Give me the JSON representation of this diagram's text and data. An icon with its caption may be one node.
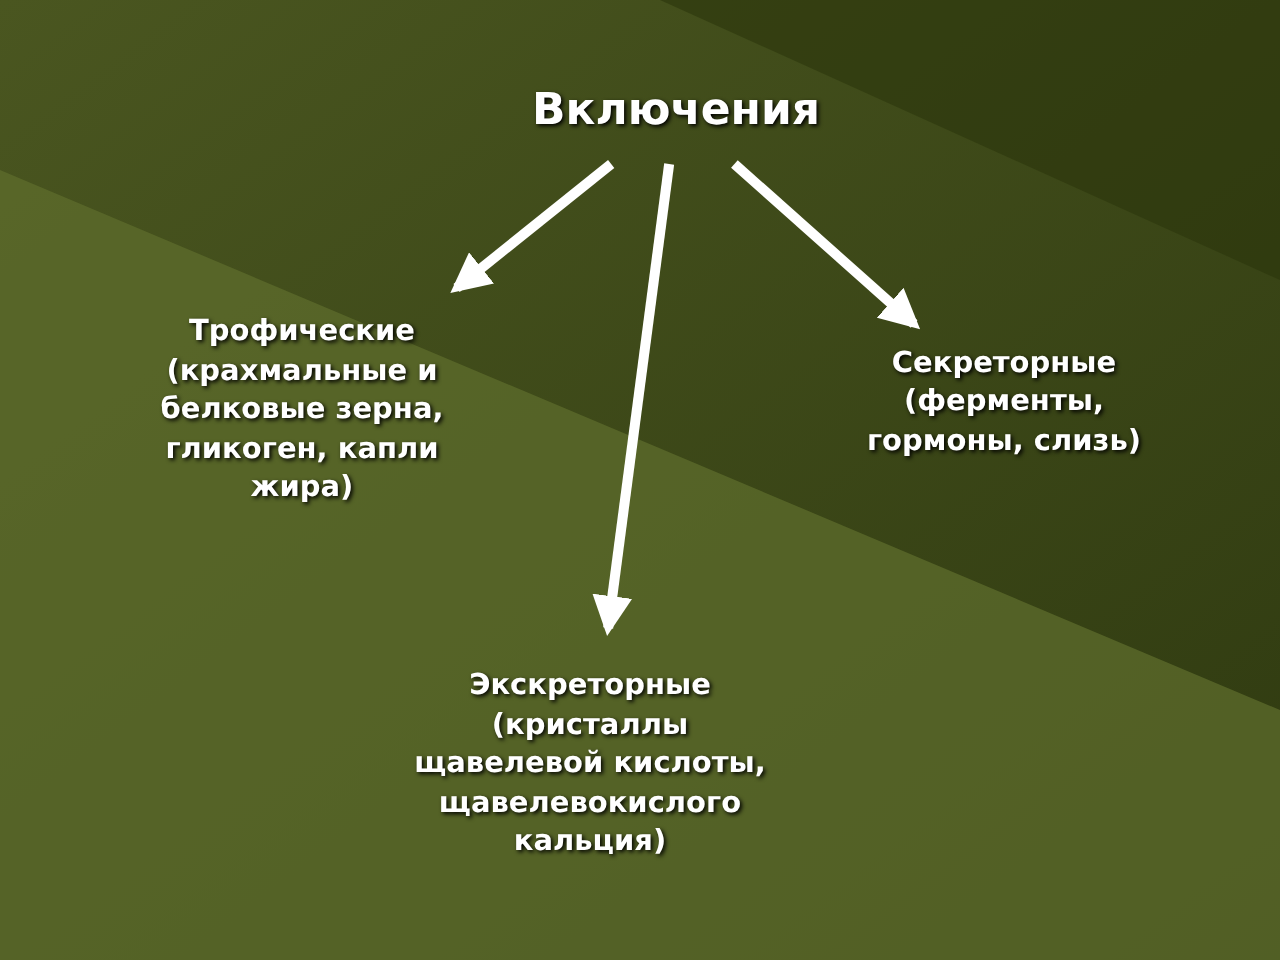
{
  "diagram": {
    "nodes": [
      {
        "text": [
          "Включения"
        ]
      },
      {
        "text": [
          "Трофические (крахмальные и белковые зерна, гликоген, капли жира)"
        ]
      },
      {
        "text": [
          "Секреторные (ферменты, гормоны, слизь)"
        ]
      },
      {
        "text": [
          "Экскреторные (кристаллы щавелевой кислоты, щавелевокислого кальция)"
        ]
      }
    ],
    "edges": [
      {
        "from": 0,
        "to": 1,
        "arrow": "to"
      },
      {
        "from": 0,
        "to": 3,
        "arrow": "to"
      },
      {
        "from": 0,
        "to": 2,
        "arrow": "to"
      }
    ]
  }
}
